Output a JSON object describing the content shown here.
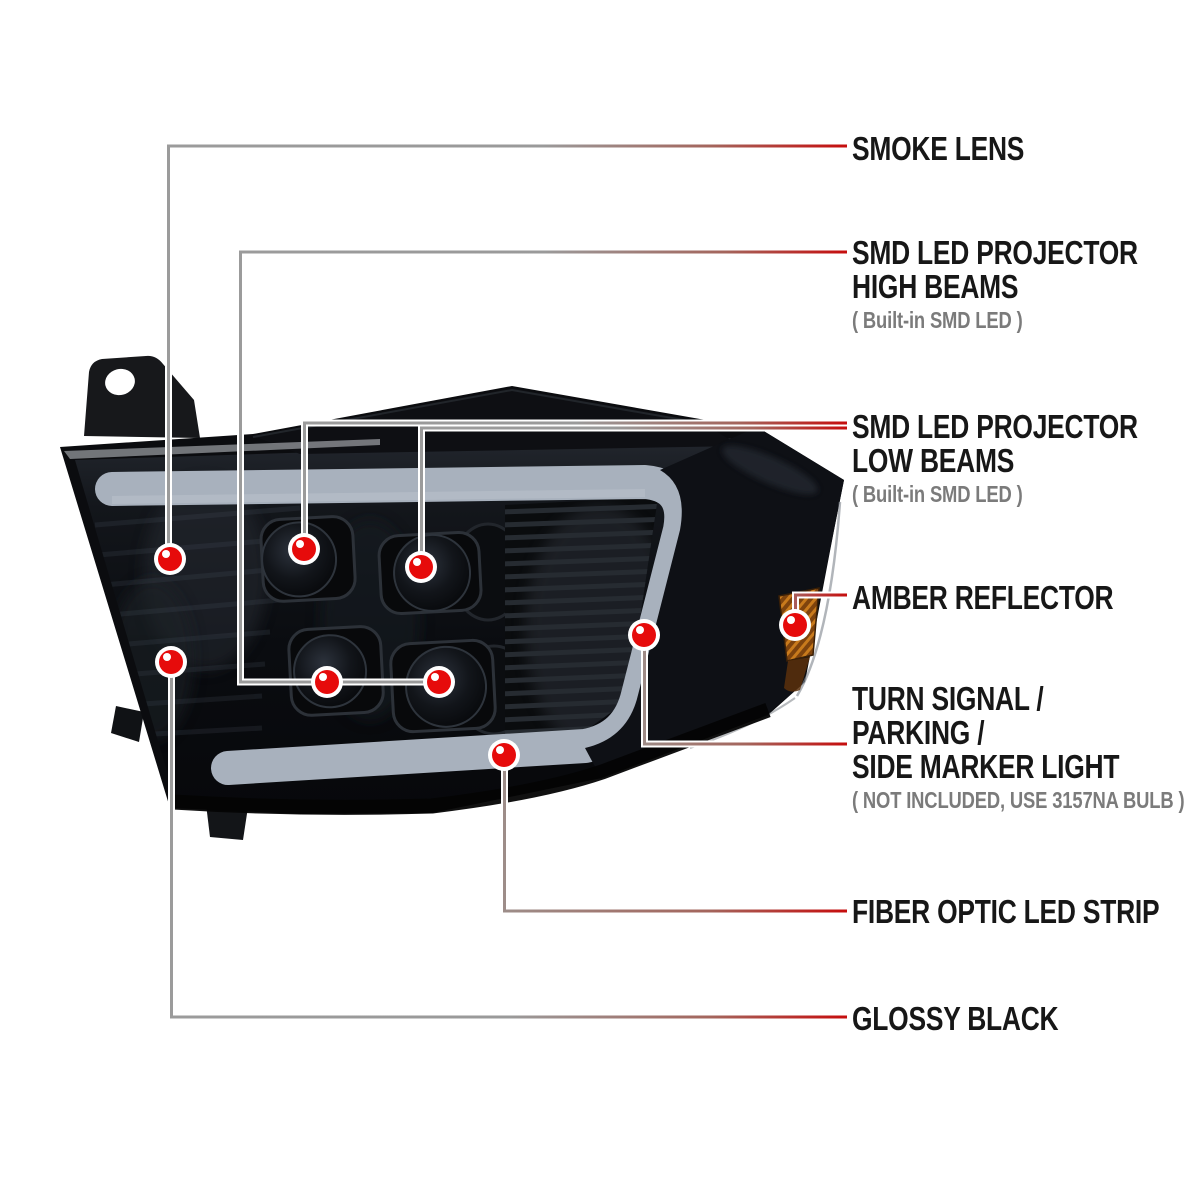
{
  "subject": {
    "name": "headlight-assembly-diagram"
  },
  "colors": {
    "background": "#ffffff",
    "accent_red": "#c60d0d",
    "leader_gray": "#9b9b9b",
    "dot_red": "#e60b0b",
    "drl_bar": "#a8b1bd",
    "amber_reflector": "#c87a1c",
    "label_text": "#171717",
    "sublabel_text": "#7b7b7b"
  },
  "callouts": [
    {
      "id": "smoke-lens",
      "lines": [
        "SMOKE LENS"
      ],
      "sub": ""
    },
    {
      "id": "high-beams",
      "lines": [
        "SMD LED PROJECTOR",
        "HIGH BEAMS"
      ],
      "sub": "( Built-in SMD LED )"
    },
    {
      "id": "low-beams",
      "lines": [
        "SMD LED PROJECTOR",
        "LOW BEAMS"
      ],
      "sub": "( Built-in SMD LED )"
    },
    {
      "id": "amber-reflector",
      "lines": [
        "AMBER REFLECTOR"
      ],
      "sub": ""
    },
    {
      "id": "turn-signal",
      "lines": [
        "TURN SIGNAL /",
        "PARKING /",
        "SIDE MARKER LIGHT"
      ],
      "sub": "( NOT INCLUDED, USE  3157NA  BULB )"
    },
    {
      "id": "fiber-optic",
      "lines": [
        "FIBER OPTIC LED STRIP"
      ],
      "sub": ""
    },
    {
      "id": "glossy-black",
      "lines": [
        "GLOSSY BLACK"
      ],
      "sub": ""
    }
  ]
}
